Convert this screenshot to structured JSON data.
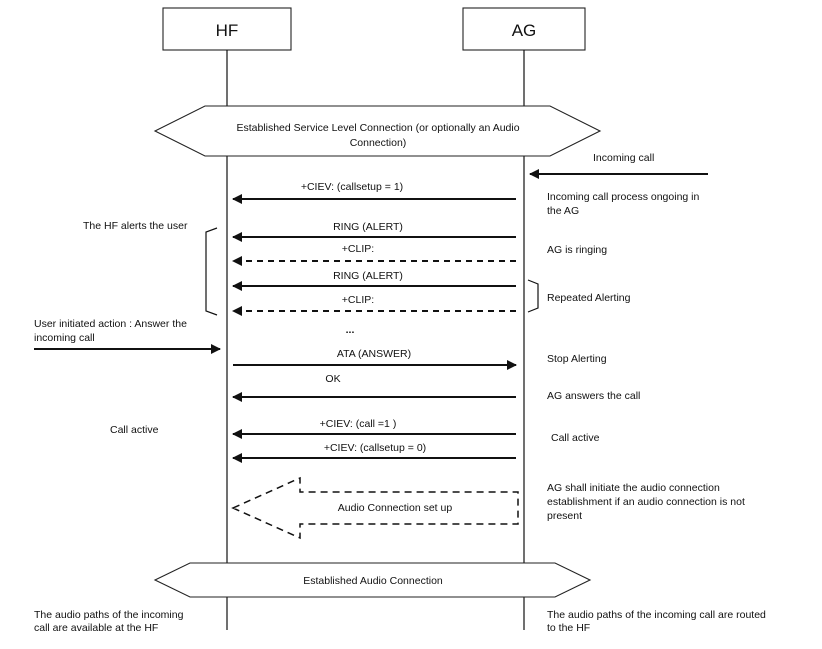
{
  "entities": {
    "hf": "HF",
    "ag": "AG"
  },
  "banners": {
    "top_line1": "Established Service Level Connection (or optionally an Audio",
    "top_line2": "Connection)",
    "bottom": "Established Audio Connection"
  },
  "messages": {
    "ciev_callsetup1": "+CIEV: (callsetup = 1)",
    "ring1": "RING (ALERT)",
    "clip1": "+CLIP:",
    "ring2": "RING (ALERT)",
    "clip2": "+CLIP:",
    "ellipsis": "...",
    "ata": "ATA (ANSWER)",
    "ok": "OK",
    "ciev_call1": "+CIEV: (call =1 )",
    "ciev_callsetup0": "+CIEV: (callsetup = 0)",
    "audio_setup": "Audio Connection set up"
  },
  "left_notes": {
    "alerts_user": "The HF alerts the user",
    "user_action_line1": "User initiated action : Answer the",
    "user_action_line2": "incoming call",
    "call_active": "Call active",
    "audio_paths_line1": "The audio paths of the incoming",
    "audio_paths_line2": "call are available at the HF"
  },
  "right_notes": {
    "incoming_call": "Incoming call",
    "process_line1": "Incoming call process ongoing in",
    "process_line2": "the AG",
    "ringing": "AG is ringing",
    "repeated": "Repeated Alerting",
    "stop": "Stop Alerting",
    "answers": "AG answers the call",
    "call_active": "Call active",
    "audio_init_line1": "AG shall initiate the audio connection",
    "audio_init_line2": "establishment if an audio connection is not",
    "audio_init_line3": "present",
    "audio_paths_line1": "The audio paths of the incoming call are routed",
    "audio_paths_line2": "to the HF"
  }
}
